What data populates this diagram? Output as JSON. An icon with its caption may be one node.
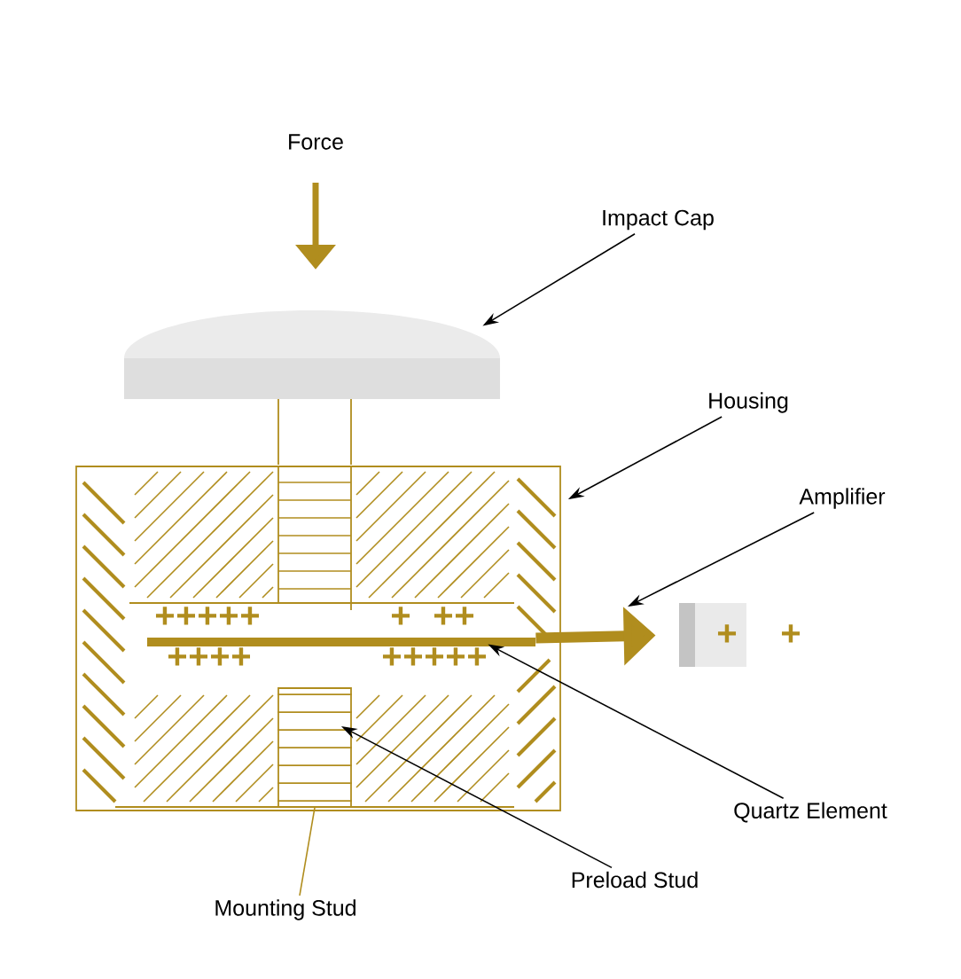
{
  "diagram": {
    "nodes": [
      {
        "text": [
          "Force"
        ]
      },
      {
        "text": [
          "Impact Cap"
        ]
      },
      {
        "text": [],
        "shape": "box"
      },
      {
        "text": [
          "Housing"
        ]
      },
      {
        "text": [],
        "shape": "box"
      },
      {
        "text": [],
        "shape": "bar",
        "in": 4
      },
      {
        "text": [],
        "shape": "box",
        "in": 4
      },
      {
        "text": [
          "Amplifier"
        ]
      },
      {
        "text": [
          "+"
        ],
        "beside": [
          "+"
        ]
      },
      {
        "text": [
          "Quartz Element"
        ]
      },
      {
        "text": [
          "Preload Stud"
        ]
      },
      {
        "text": [
          "Mounting Stud"
        ]
      }
    ],
    "edges": [
      {
        "from": 1,
        "to": 2,
        "arrow": "to"
      },
      {
        "from": 3,
        "to": 4,
        "arrow": "to"
      },
      {
        "from": 7,
        "to": null,
        "arrow": "to"
      },
      {
        "from": 9,
        "to": 5,
        "arrow": "to"
      },
      {
        "from": 10,
        "to": 6,
        "arrow": "to"
      },
      {
        "from": 11,
        "to": 6,
        "arrow": "none",
        "color": "#b08d1e"
      },
      {
        "from": 5,
        "to": 8,
        "arrow": "to",
        "style": "thick",
        "color": "#b08d1e"
      }
    ],
    "labels": [
      "+++++",
      "+ ++",
      "++++",
      "+++++"
    ]
  }
}
